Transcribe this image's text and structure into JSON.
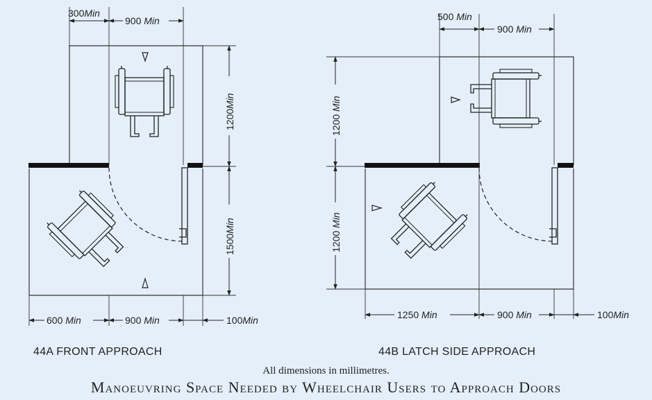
{
  "unit_label": "Min",
  "figure_a": {
    "caption": "44A FRONT APPROACH",
    "dims": {
      "top_offset": "300",
      "top_width": "900",
      "right_upper": "1200",
      "right_lower": "1500",
      "bottom_left": "600",
      "bottom_mid": "900",
      "bottom_right": "100"
    }
  },
  "figure_b": {
    "caption": "44B LATCH SIDE APPROACH",
    "dims": {
      "top_offset": "500",
      "top_width": "900",
      "left_upper": "1200",
      "left_lower": "1200",
      "bottom_left": "1250",
      "bottom_mid": "900",
      "bottom_right": "100"
    }
  },
  "note": "All dimensions in millimetres.",
  "title": "Manoeuvring Space Needed by Wheelchair Users to Approach Doors",
  "colors": {
    "background": "#e5eff9",
    "line": "#222222",
    "wall": "#111111"
  }
}
